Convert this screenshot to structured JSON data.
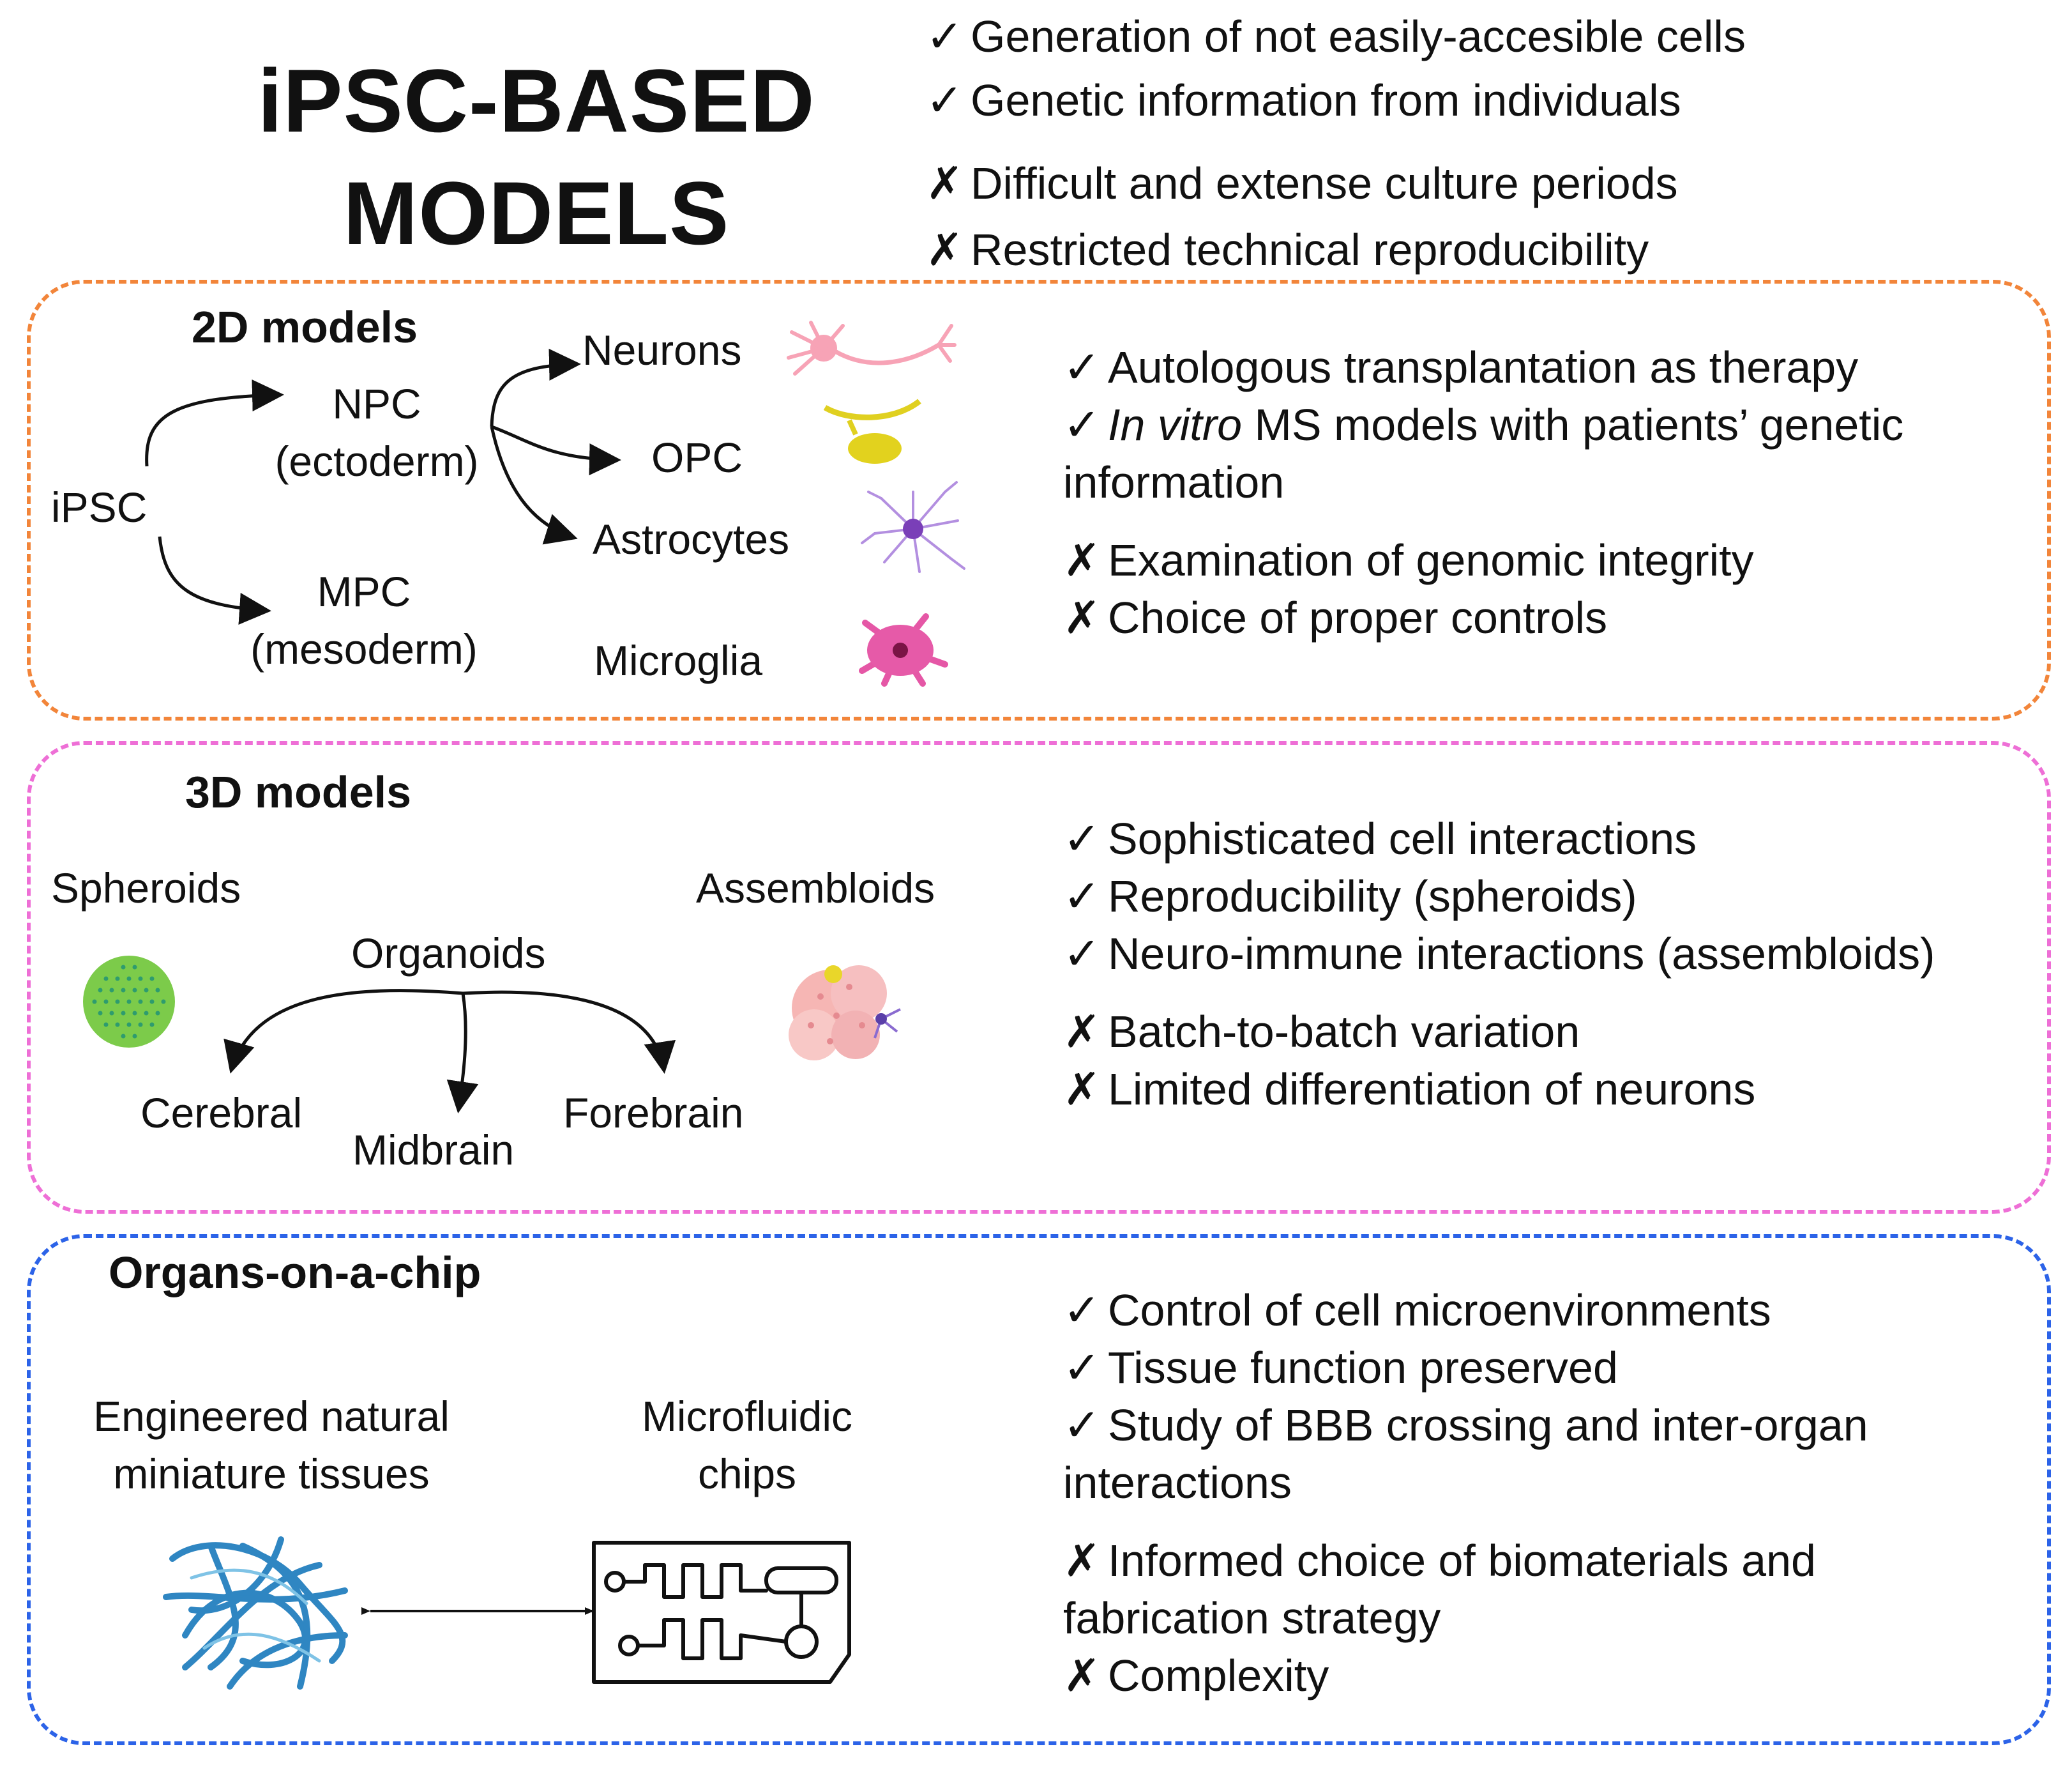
{
  "title": {
    "line1": "iPSC-BASED",
    "line2": "MODELS"
  },
  "colors": {
    "models2d": "#F2853A",
    "models3d": "#EE6FD6",
    "chip": "#2C63E8"
  },
  "icons": {
    "pro": "check-mark-icon",
    "con": "cross-mark-icon"
  },
  "marks": {
    "pro": "✓",
    "con": "✗"
  },
  "overview": {
    "pros": [
      "Generation of not easily-accesible cells",
      "Genetic information from individuals"
    ],
    "cons": [
      "Difficult and extense culture periods",
      "Restricted technical reproducibility"
    ]
  },
  "models2d": {
    "title": "2D models",
    "labels": {
      "ipsc": "iPSC",
      "npc": "NPC",
      "npc_sub": "(ectoderm)",
      "mpc": "MPC",
      "mpc_sub": "(mesoderm)",
      "neurons": "Neurons",
      "opc": "OPC",
      "astrocytes": "Astrocytes",
      "microglia": "Microglia"
    },
    "pros": [
      "Autologous transplantation as therapy"
    ],
    "pro2": {
      "italic": "In vitro",
      "rest": " MS models with patients’ genetic",
      "line2": "information"
    },
    "cons": [
      "Examination of genomic integrity",
      "Choice of proper controls"
    ]
  },
  "models3d": {
    "title": "3D models",
    "labels": {
      "spheroids": "Spheroids",
      "assembloids": "Assembloids",
      "organoids": "Organoids",
      "cerebral": "Cerebral",
      "midbrain": "Midbrain",
      "forebrain": "Forebrain"
    },
    "pros": [
      "Sophisticated cell interactions",
      "Reproducibility (spheroids)",
      "Neuro-immune interactions (assembloids)"
    ],
    "cons": [
      "Batch-to-batch variation",
      "Limited differentiation of neurons"
    ]
  },
  "chip": {
    "title": "Organs-on-a-chip",
    "labels": {
      "engineered_l1": "Engineered natural",
      "engineered_l2": "miniature tissues",
      "microfluidic_l1": "Microfluidic",
      "microfluidic_l2": "chips"
    },
    "pros": [
      "Control of cell microenvironments",
      "Tissue function preserved",
      "Study of BBB crossing and inter-organ"
    ],
    "pro3_line2": "interactions",
    "cons": [
      "Informed choice of biomaterials and"
    ],
    "con1_line2": "fabrication strategy",
    "cons2": [
      "Complexity"
    ]
  }
}
